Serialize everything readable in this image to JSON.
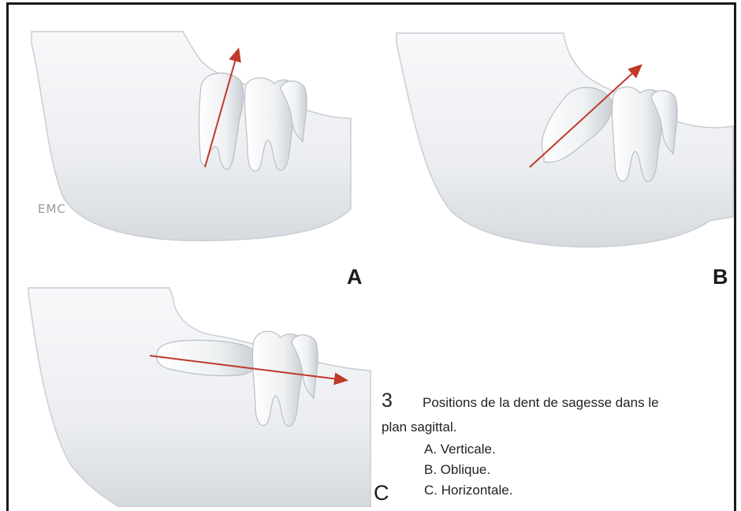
{
  "watermark": "EMC",
  "panels": [
    {
      "letter": "A",
      "position_name": "Verticale"
    },
    {
      "letter": "B",
      "position_name": "Oblique"
    },
    {
      "letter": "C",
      "position_name": "Horizontale"
    }
  ],
  "caption": {
    "figure_number": "3",
    "title_line_1": "Positions de la dent de sagesse dans le",
    "title_line_2": "plan sagittal.",
    "items": [
      "A. Verticale.",
      "B. Oblique.",
      "C. Horizontale."
    ]
  },
  "colors": {
    "arrow": "#c0392b",
    "bone": "#f4f5f7",
    "bone_shade": "#d9dde2",
    "frame": "#1a1a1a"
  }
}
